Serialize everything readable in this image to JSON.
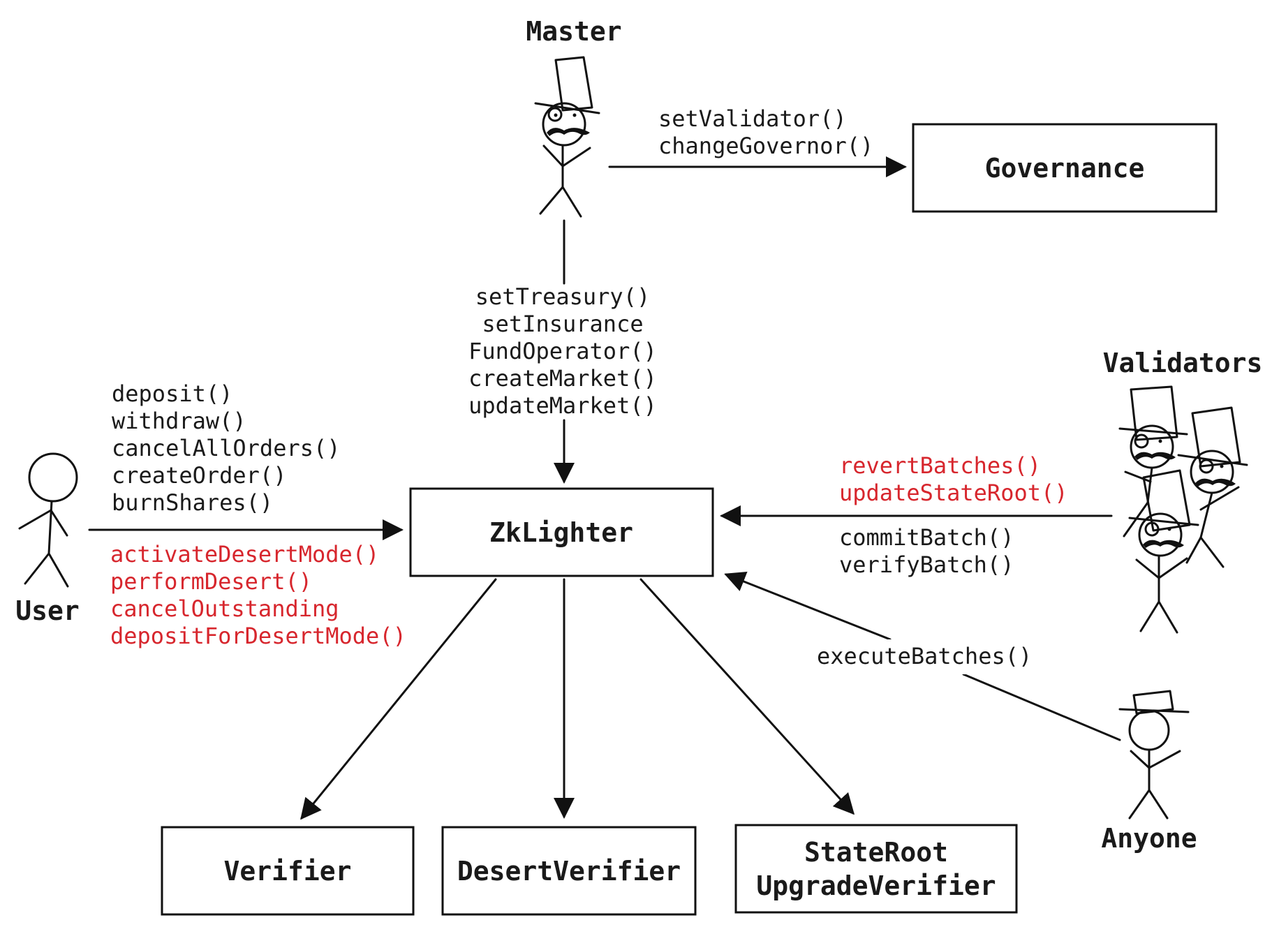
{
  "actors": {
    "master": "Master",
    "validators": "Validators",
    "user": "User",
    "anyone": "Anyone"
  },
  "boxes": {
    "governance": "Governance",
    "zklighter": "ZkLighter",
    "verifier": "Verifier",
    "desert_verifier": "DesertVerifier",
    "stateroot_line1": "StateRoot",
    "stateroot_line2": "UpgradeVerifier"
  },
  "master_to_governance": [
    "setValidator()",
    "changeGovernor()"
  ],
  "master_to_zklighter": [
    "setTreasury()",
    "setInsurance",
    "FundOperator()",
    "createMarket()",
    "updateMarket()"
  ],
  "user_calls": [
    "deposit()",
    "withdraw()",
    "cancelAllOrders()",
    "createOrder()",
    "burnShares()"
  ],
  "user_desert_calls": [
    "activateDesertMode()",
    "performDesert()",
    "cancelOutstanding",
    "depositForDesertMode()"
  ],
  "validator_red_calls": [
    "revertBatches()",
    "updateStateRoot()"
  ],
  "validator_calls": [
    "commitBatch()",
    "verifyBatch()"
  ],
  "anyone_calls": [
    "executeBatches()"
  ],
  "colors": {
    "ink": "#111111",
    "highlight": "#d7262d",
    "background": "#ffffff"
  }
}
